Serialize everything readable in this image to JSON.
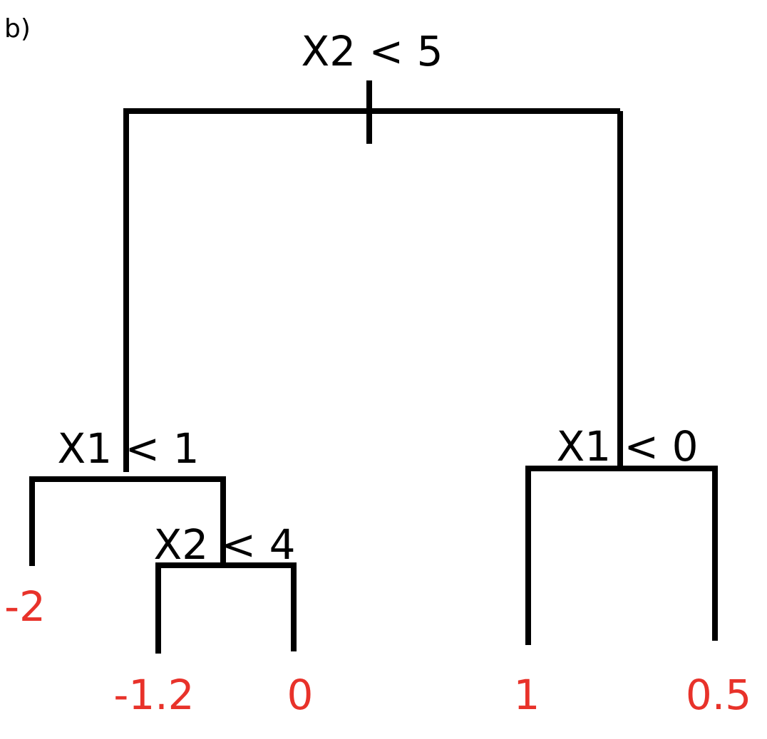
{
  "panel_label": "b)",
  "tree": {
    "root_split": "X2 < 5",
    "left_split": "X1 < 1",
    "left_inner_split": "X2 < 4",
    "right_split": "X1 < 0",
    "leaves": {
      "left_left": "-2",
      "left_inner_left": "-1.2",
      "left_inner_right": "0",
      "right_left": "1",
      "right_right": "0.5"
    }
  },
  "colors": {
    "branch": "#000000",
    "split_text": "#000000",
    "leaf_text": "#e8322a"
  }
}
